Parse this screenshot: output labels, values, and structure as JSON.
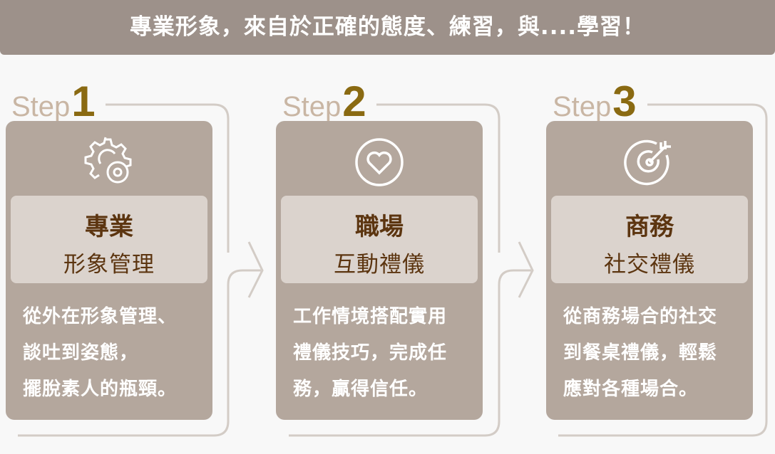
{
  "banner": "專業形象，來自於正確的態度、練習，與....學習！",
  "steps": [
    {
      "step": "Step",
      "num": "1",
      "icon": "gears-icon",
      "title": "專業",
      "subtitle": "形象管理",
      "desc": [
        "從外在形象管理、",
        "談吐到姿態，",
        "擺脫素人的瓶頸。"
      ]
    },
    {
      "step": "Step",
      "num": "2",
      "icon": "heart-icon",
      "title": "職場",
      "subtitle": "互動禮儀",
      "desc": [
        "工作情境搭配實用",
        "禮儀技巧，完成任",
        "務，贏得信任。"
      ]
    },
    {
      "step": "Step",
      "num": "3",
      "icon": "target-icon",
      "title": "商務",
      "subtitle": "社交禮儀",
      "desc": [
        "從商務場合的社交",
        "到餐桌禮儀，輕鬆",
        "應對各種場合。"
      ]
    }
  ]
}
